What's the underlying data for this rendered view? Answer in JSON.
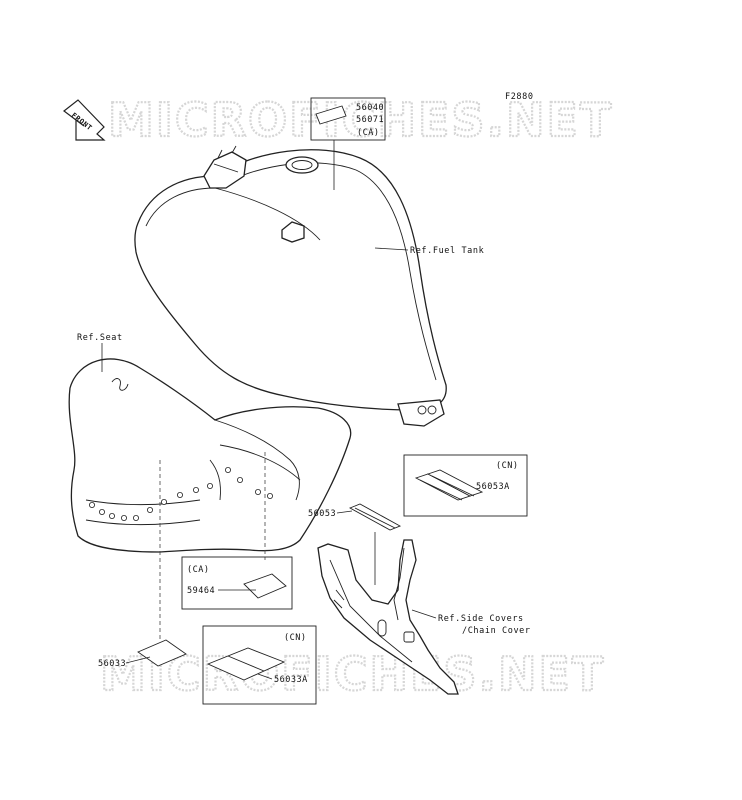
{
  "figure_code": "F2880",
  "front_label": "FRONT",
  "watermark": "MICROFICHES.NET",
  "ref_labels": {
    "fuel_tank": "Ref.Fuel Tank",
    "seat": "Ref.Seat",
    "side_covers_1": "Ref.Side Covers",
    "side_covers_2": "/Chain Cover"
  },
  "parts": {
    "p56040": "56040",
    "p56071": "56071",
    "p56053": "56053",
    "p56053A": "56053A",
    "p59464": "59464",
    "p56033": "56033",
    "p56033A": "56033A"
  },
  "region_tags": {
    "tank_ca": "(CA)",
    "cn_top": "(CN)",
    "ca_mid": "(CA)",
    "cn_bottom": "(CN)"
  }
}
